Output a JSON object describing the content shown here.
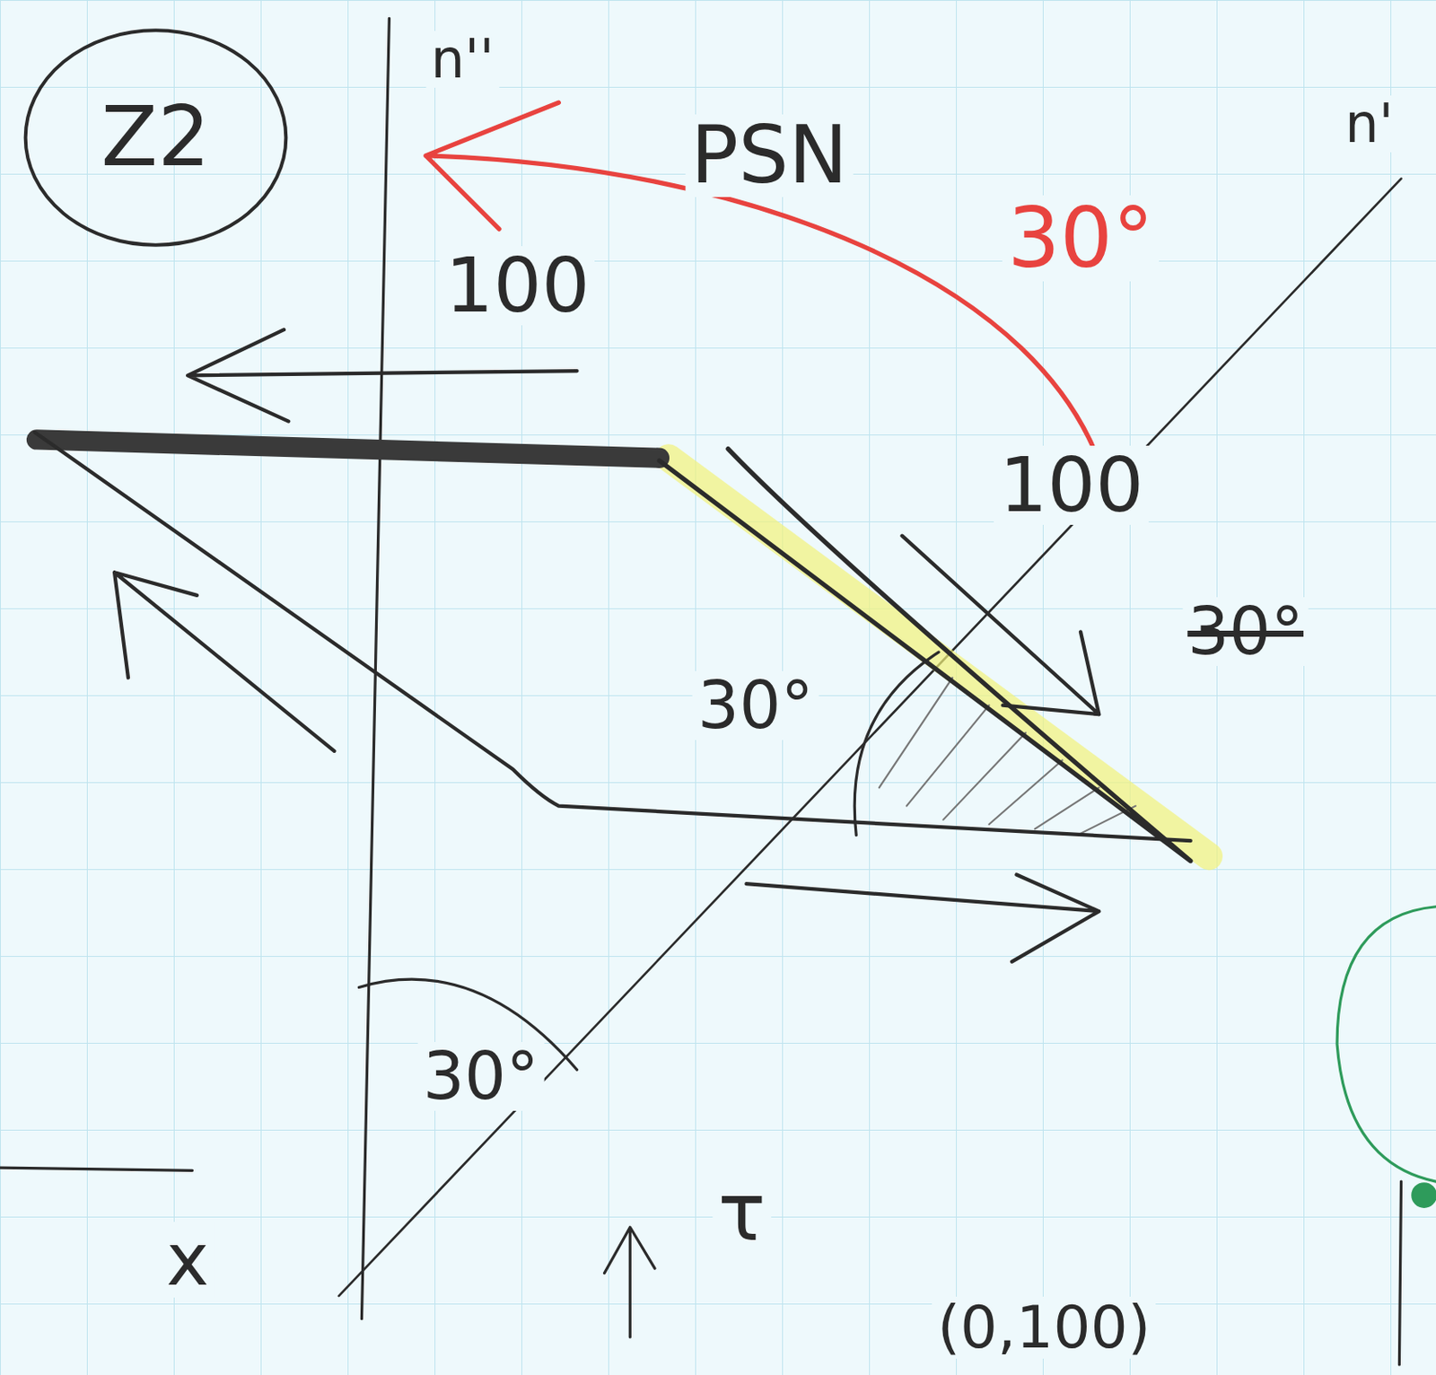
{
  "diagram": {
    "nodes": [
      {
        "text": [
          "Z2"
        ]
      }
    ],
    "labels": [
      "n''",
      "PSN",
      "30°",
      "n'",
      "100",
      "100",
      "30°",
      "30°",
      "30°",
      "x",
      "τ",
      "(0,100)"
    ]
  }
}
